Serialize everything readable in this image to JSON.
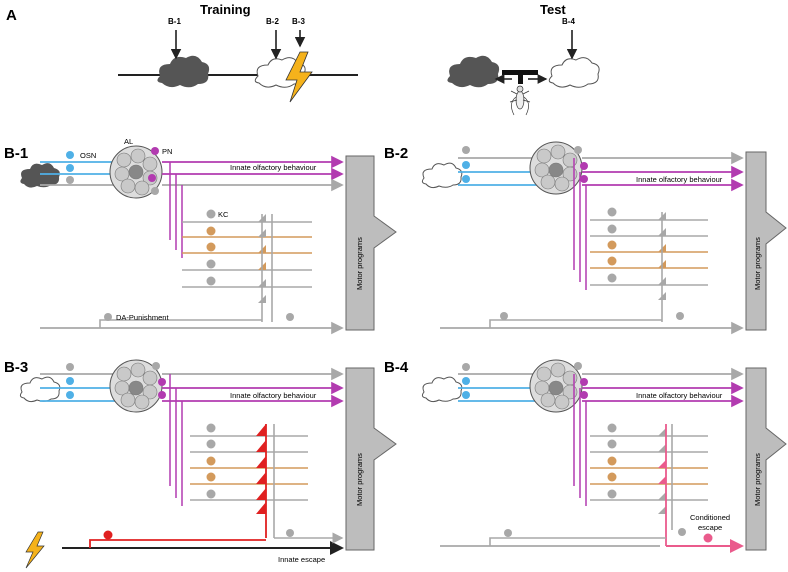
{
  "panel_a": {
    "label": "A",
    "training_title": "Training",
    "test_title": "Test",
    "markers": [
      "B-1",
      "B-2",
      "B-3",
      "B-4"
    ]
  },
  "panels": {
    "b1": {
      "label": "B-1",
      "osn": "OSN",
      "al": "AL",
      "pn": "PN",
      "innate": "Innate olfactory behaviour",
      "kc": "KC",
      "da": "DA-Punishment",
      "motor": "Motor programs"
    },
    "b2": {
      "label": "B-2",
      "innate": "Innate olfactory behaviour",
      "motor": "Motor programs"
    },
    "b3": {
      "label": "B-3",
      "innate": "Innate olfactory behaviour",
      "escape": "Innate escape",
      "motor": "Motor programs"
    },
    "b4": {
      "label": "B-4",
      "innate": "Innate olfactory behaviour",
      "conditioned_line1": "Conditioned",
      "conditioned_line2": "escape",
      "motor": "Motor programs"
    }
  },
  "colors": {
    "gray": "#a8a8a8",
    "blue": "#4fb0e6",
    "magenta": "#b23bb0",
    "orange": "#d39a5c",
    "red": "#e02020",
    "pink": "#ea5b8c",
    "dark_cloud": "#555555",
    "lightning": "#f5b21b"
  }
}
